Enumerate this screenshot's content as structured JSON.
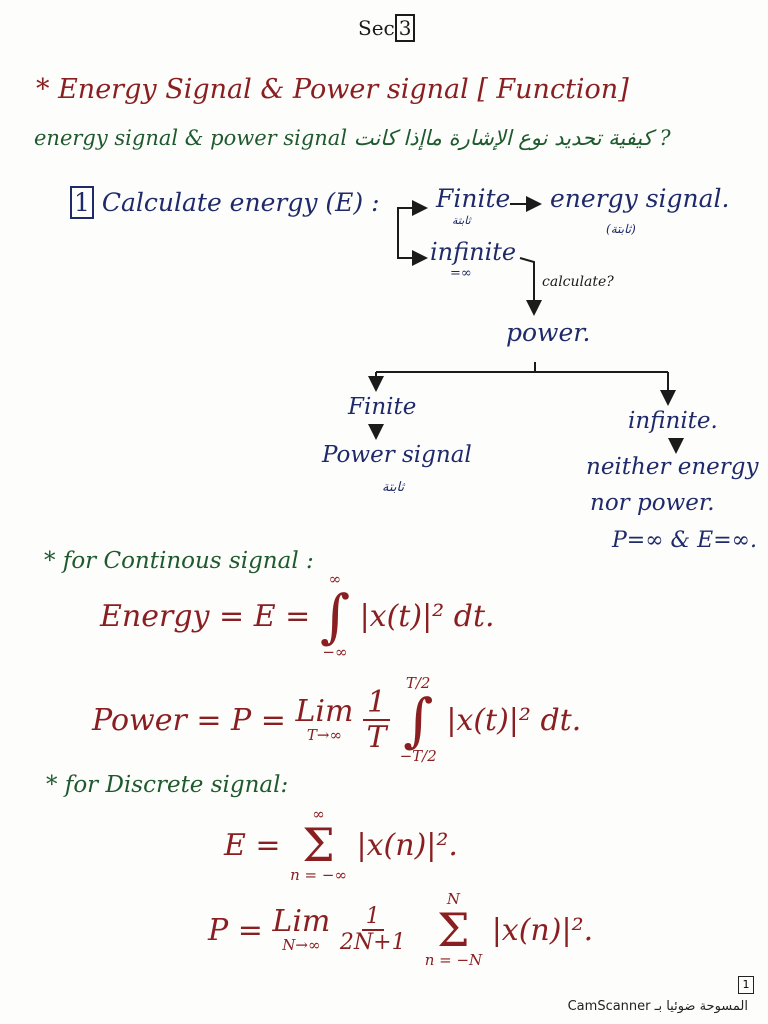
{
  "header": {
    "sec_label": "Sec",
    "sec_number": "3"
  },
  "title": {
    "bullet": "*",
    "text": "Energy Signal & Power signal [ Function]"
  },
  "question": {
    "text": "energy signal & power signal كيفية تحديد نوع الإشارة ماإذا كانت ?",
    "star": "*"
  },
  "step1": {
    "num": "1",
    "text": "Calculate energy (E) :"
  },
  "energy_branch": {
    "finite": "Finite",
    "finite_under": "ثابتة",
    "result": "energy signal.",
    "result_under": "(ثابتة)",
    "infinite": "infinite",
    "infinite_under": "=∞",
    "calculate": "calculate?"
  },
  "power_node": "power.",
  "power_branch": {
    "finite": "Finite",
    "finite_result": "Power signal",
    "finite_result_under": "ثابتة",
    "infinite": "infinite.",
    "neither_line1": "neither energy",
    "neither_line2": "nor power.",
    "condition": "P=∞ & E=∞."
  },
  "continuous": {
    "heading": "* for Continous signal :",
    "energy_label": "Energy",
    "energy_eq": "= E =",
    "energy_upper": "∞",
    "energy_lower": "−∞",
    "energy_integrand": "|x(t)|² dt.",
    "power_label": "Power",
    "power_eq": "= P =",
    "lim": "Lim",
    "lim_sub": "T→∞",
    "frac_num": "1",
    "frac_den": "T",
    "power_upper": "T/2",
    "power_lower": "−T/2",
    "power_integrand": "|x(t)|² dt."
  },
  "discrete": {
    "heading": "* for Discrete signal:",
    "e_label": "E =",
    "sum_upper": "∞",
    "sum_lower": "n = −∞",
    "e_term": "|x(n)|².",
    "p_label": "P =",
    "lim": "Lim",
    "lim_sub": "N→∞",
    "frac_num": "1",
    "frac_den": "2N+1",
    "p_sum_upper": "N",
    "p_sum_lower": "n = −N",
    "p_term": "|x(n)|²."
  },
  "footer": {
    "text": "CamScanner المسوحة ضوئيا بـ",
    "corner": "1"
  },
  "colors": {
    "red": "#8a1f22",
    "green": "#1e5a2e",
    "blue": "#1e2a6a"
  }
}
